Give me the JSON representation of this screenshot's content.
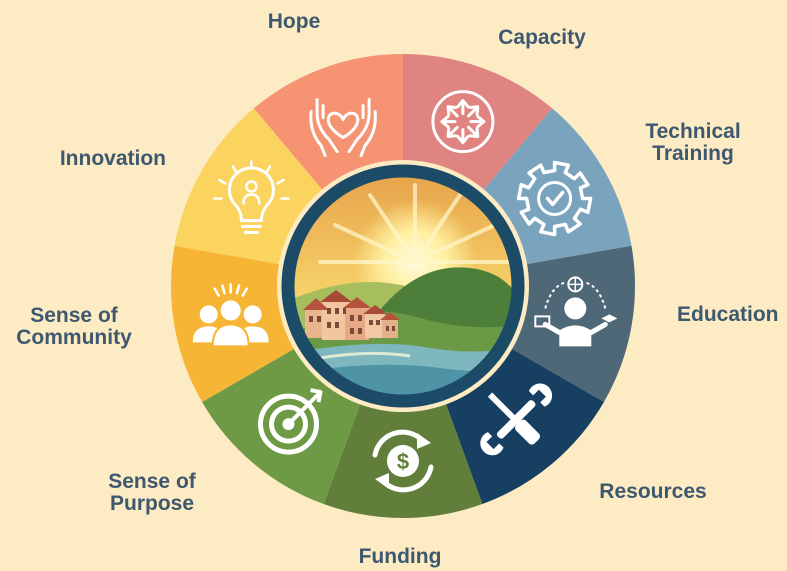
{
  "segments": [
    {
      "id": "capacity",
      "label_lines": [
        "Capacity"
      ],
      "icon": "expand-arrows-icon",
      "color": "#DF8480"
    },
    {
      "id": "technical-training",
      "label_lines": [
        "Technical",
        "Training"
      ],
      "icon": "gear-check-icon",
      "color": "#7AA4BE"
    },
    {
      "id": "education",
      "label_lines": [
        "Education"
      ],
      "icon": "student-globe-icon",
      "color": "#4E6878"
    },
    {
      "id": "resources",
      "label_lines": [
        "Resources"
      ],
      "icon": "wrench-screwdriver-icon",
      "color": "#173F62"
    },
    {
      "id": "funding",
      "label_lines": [
        "Funding"
      ],
      "icon": "dollar-cycle-icon",
      "color": "#617F3B"
    },
    {
      "id": "sense-of-purpose",
      "label_lines": [
        "Sense of",
        "Purpose"
      ],
      "icon": "target-arrow-icon",
      "color": "#6E9A45"
    },
    {
      "id": "sense-of-community",
      "label_lines": [
        "Sense of",
        "Community"
      ],
      "icon": "people-group-icon",
      "color": "#F6B534"
    },
    {
      "id": "innovation",
      "label_lines": [
        "Innovation"
      ],
      "icon": "lightbulb-person-icon",
      "color": "#FBD460"
    },
    {
      "id": "hope",
      "label_lines": [
        "Hope"
      ],
      "icon": "hands-heart-icon",
      "color": "#F69373"
    }
  ],
  "center": {
    "illustration": "sunrise-village-seaside-icon",
    "ring_color": "#1C4B67"
  },
  "label_color": "#3E5870",
  "background": "#FCEBC3"
}
